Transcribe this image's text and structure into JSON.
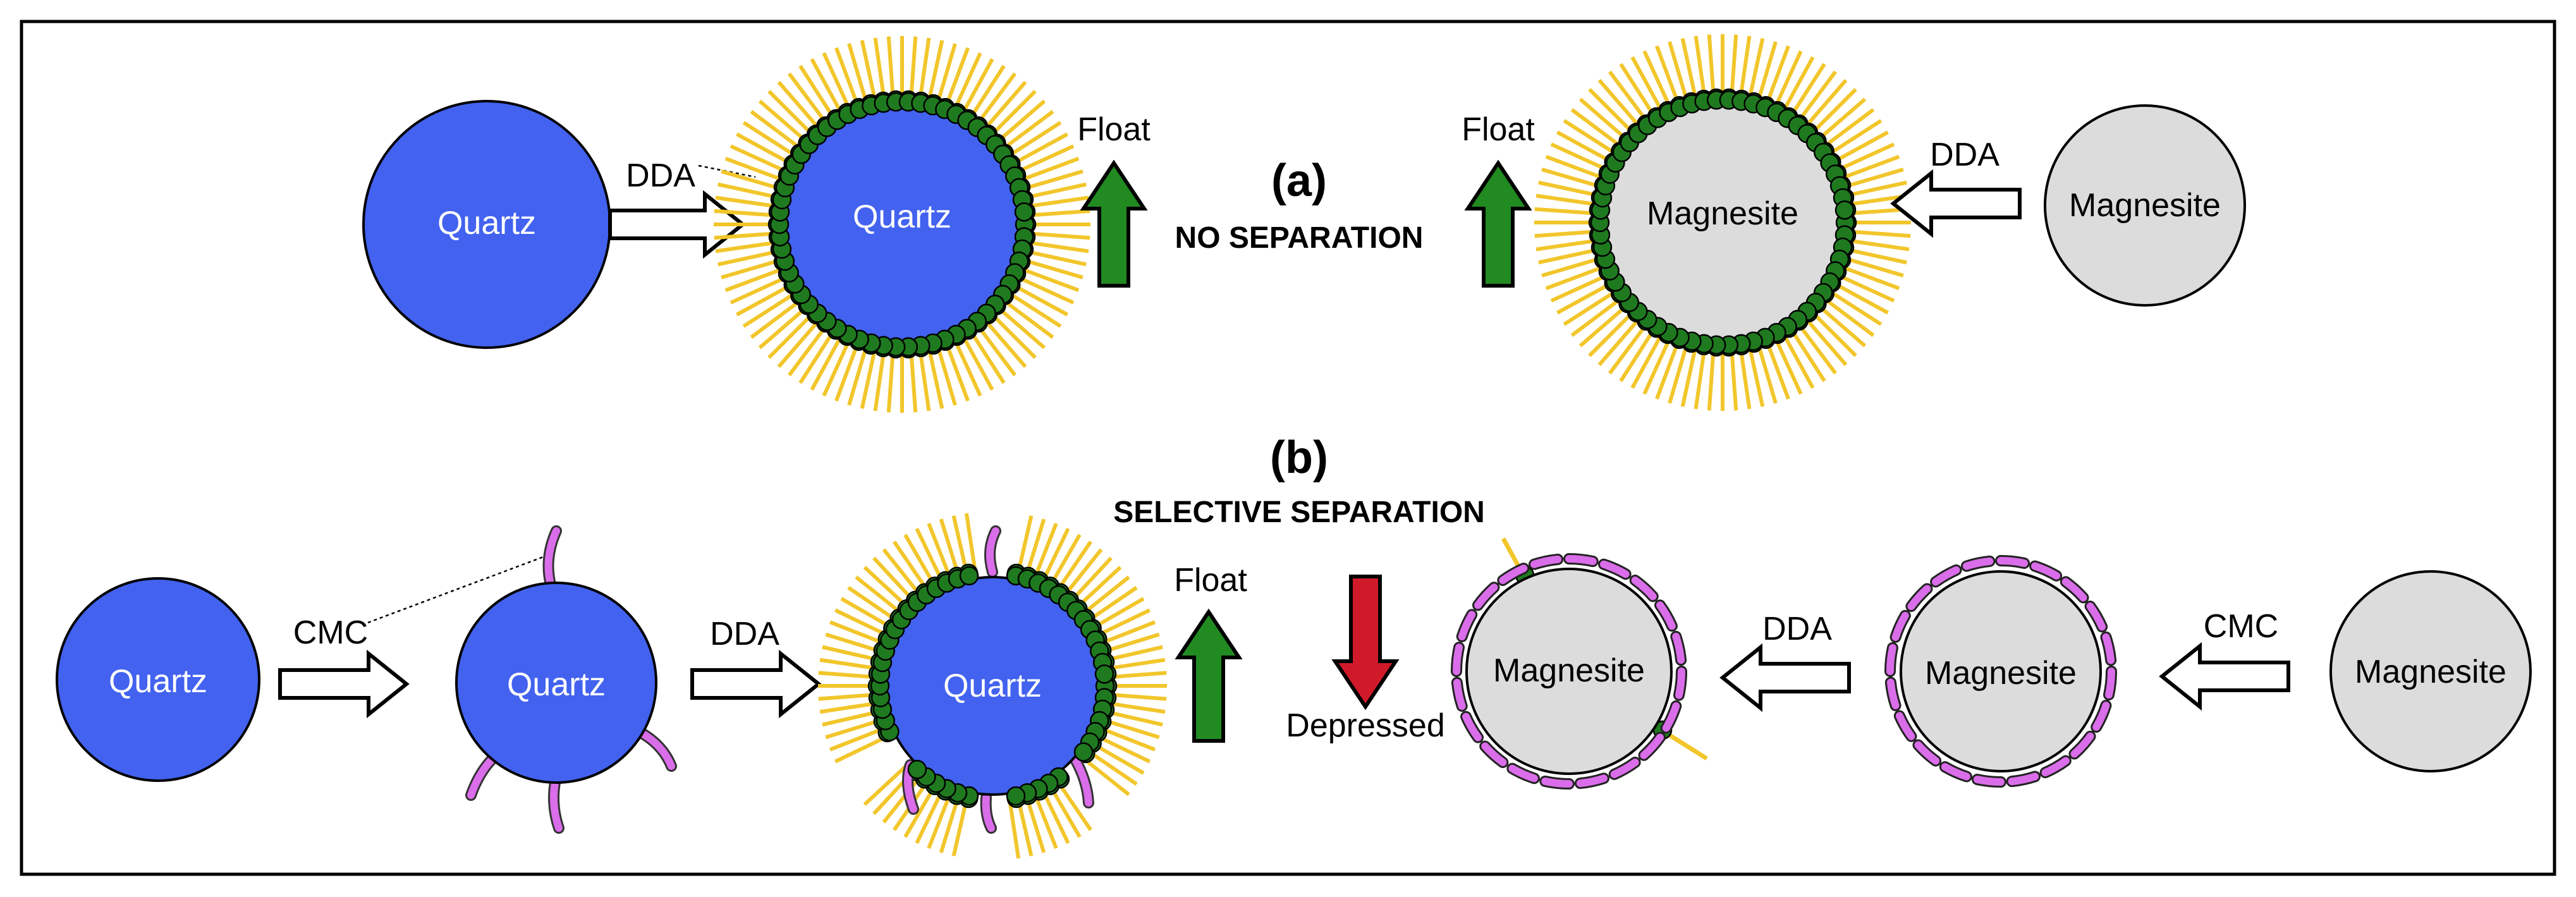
{
  "colors": {
    "quartz": "#4262ef",
    "magnesite": "#dcdcdc",
    "dda_head": "#1f7a1f",
    "dda_tail": "#f2c62b",
    "cmc": "#da6de9",
    "float_arrow": "#218a21",
    "depressed_arrow": "#d01a2a"
  },
  "part_a": {
    "heading": "(a)",
    "outcome": "NO SEPARATION",
    "quartz_label": "Quartz",
    "quartz_coated_label": "Quartz",
    "magnesite_coated_label": "Magnesite",
    "magnesite_label": "Magnesite",
    "reagent_left": "DDA",
    "reagent_right": "DDA",
    "float_left": "Float",
    "float_right": "Float"
  },
  "part_b": {
    "heading": "(b)",
    "outcome": "SELECTIVE SEPARATION",
    "quartz_label": "Quartz",
    "quartz_cmc_label": "Quartz",
    "quartz_coated_label": "Quartz",
    "magnesite_coated_label": "Magnesite",
    "magnesite_cmc_label": "Magnesite",
    "magnesite_label": "Magnesite",
    "reagent_cmc_left": "CMC",
    "reagent_dda_left": "DDA",
    "reagent_dda_right": "DDA",
    "reagent_cmc_right": "CMC",
    "float_label": "Float",
    "depressed_label": "Depressed"
  }
}
